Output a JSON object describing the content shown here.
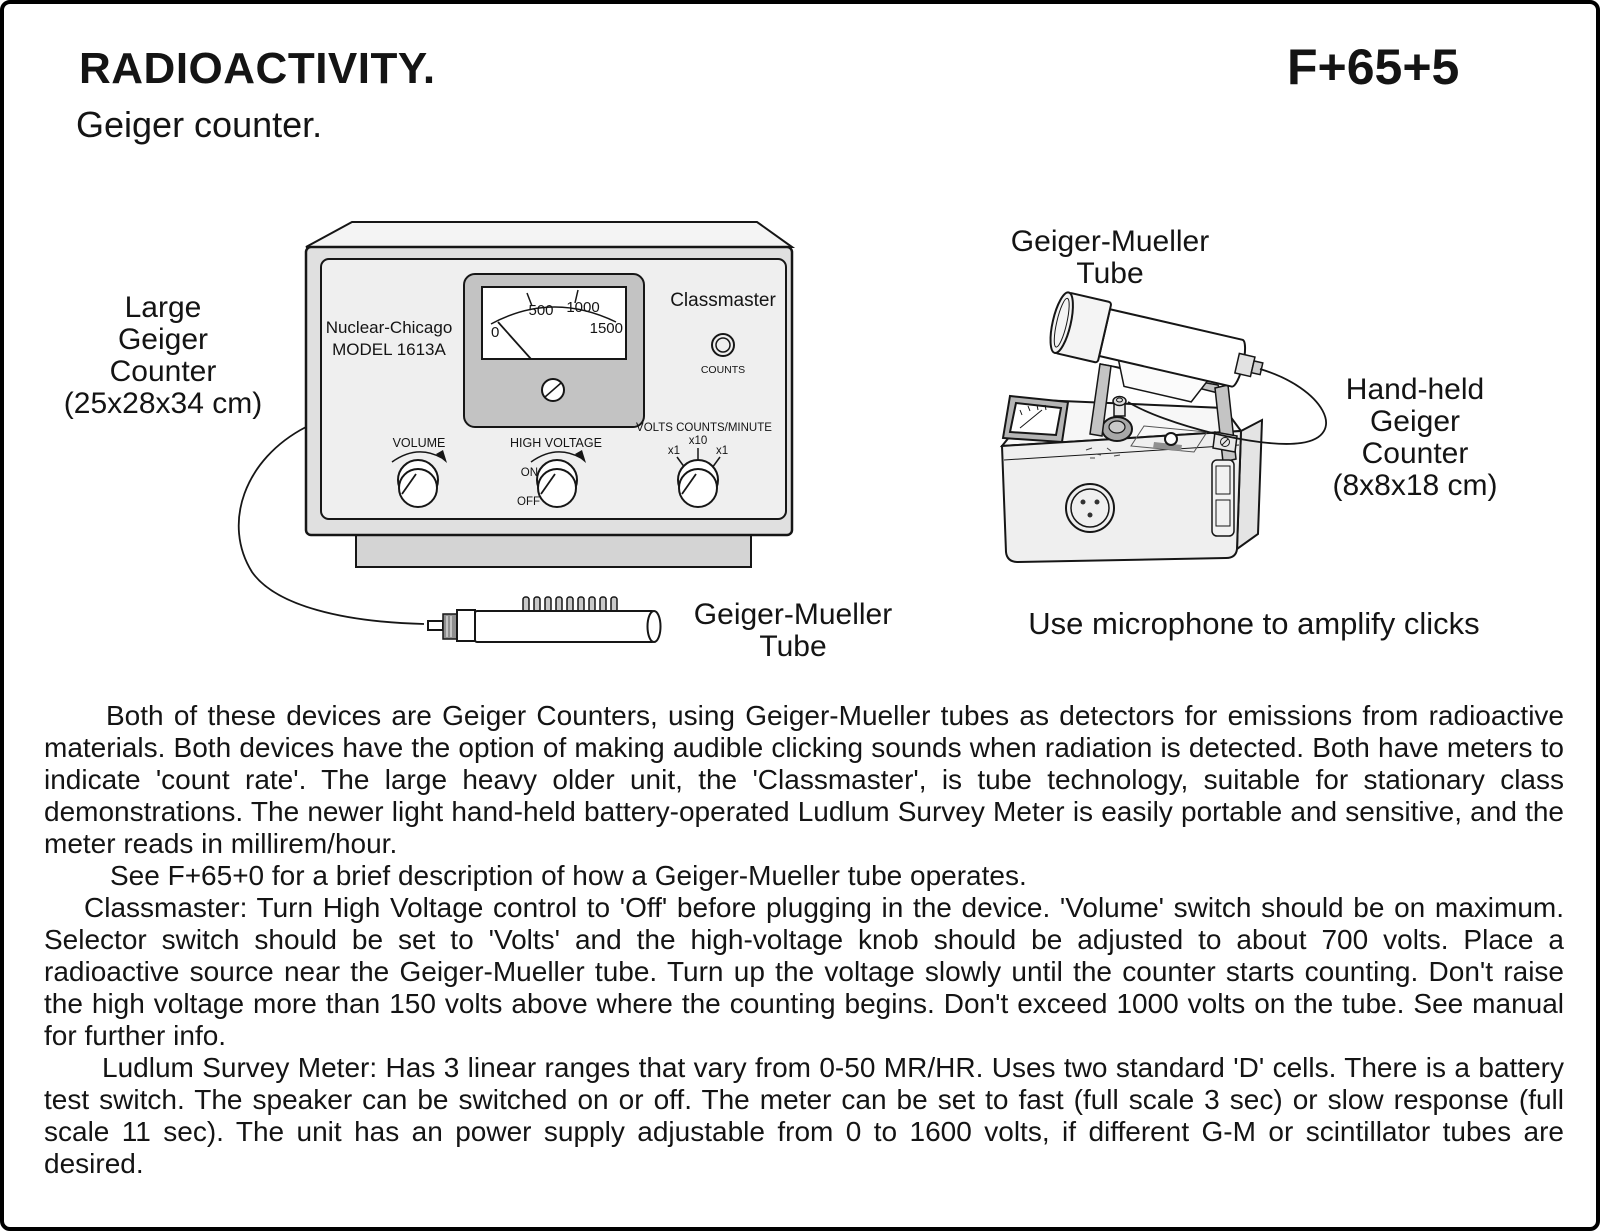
{
  "page": {
    "title": "RADIOACTIVITY.",
    "code": "F+65+5",
    "subtitle": "Geiger counter."
  },
  "large_unit": {
    "caption": "Large\nGeiger\nCounter\n(25x28x34 cm)",
    "brand_line1": "Nuclear-Chicago",
    "brand_line2": "MODEL 1613A",
    "model_name": "Classmaster",
    "counts_label": "COUNTS",
    "meter_scale": [
      "0",
      "500",
      "1000",
      "1500"
    ],
    "selector_label": "VOLTS COUNTS/MINUTE",
    "selector_positions": [
      "x1",
      "x10",
      "x1"
    ],
    "volume_label": "VOLUME",
    "high_voltage_label": "HIGH VOLTAGE",
    "on_label": "ON",
    "off_label": "OFF",
    "tube_caption": "Geiger-Mueller\nTube"
  },
  "handheld_unit": {
    "tube_caption": "Geiger-Mueller\nTube",
    "caption": "Hand-held\nGeiger\nCounter\n(8x8x18 cm)",
    "note": "Use microphone to amplify clicks"
  },
  "body": {
    "paragraphs": [
      "Both of these devices are Geiger Counters, using Geiger-Mueller tubes as detectors for emissions from radioactive materials. Both devices have the option of making audible clicking sounds when radiation is detected. Both have meters to indicate 'count rate'. The large heavy older unit, the 'Classmaster', is tube technology, suitable for stationary class demonstrations. The newer light hand-held battery-operated Ludlum Survey Meter is easily portable and sensitive, and the meter reads in millirem/hour.",
      "See F+65+0 for a brief description of how a Geiger-Mueller tube operates.",
      "Classmaster: Turn High Voltage control to 'Off' before plugging in the device. 'Volume' switch should be on maximum. Selector switch should be set to 'Volts' and the high-voltage knob should be adjusted to about 700 volts. Place a radioactive source near the Geiger-Mueller tube. Turn up the voltage slowly until the counter starts counting. Don't raise the high voltage more than 150 volts above where the counting begins. Don't exceed 1000 volts on the tube. See manual for further info.",
      "Ludlum Survey Meter: Has 3 linear ranges that vary from 0-50 MR/HR. Uses two standard 'D' cells. There is a battery test switch. The speaker can be switched on or off. The meter can be set to fast (full scale 3 sec) or slow response (full scale 11 sec). The unit has an power supply adjustable from 0 to 1600 volts, if different G-M or scintillator tubes are desired."
    ]
  },
  "colors": {
    "ink": "#141414",
    "panel_fill": "#efefef",
    "bezel_fill": "#c3c3c3",
    "base_fill": "#d4d4d4",
    "strap_fill": "#c4c4c4"
  }
}
